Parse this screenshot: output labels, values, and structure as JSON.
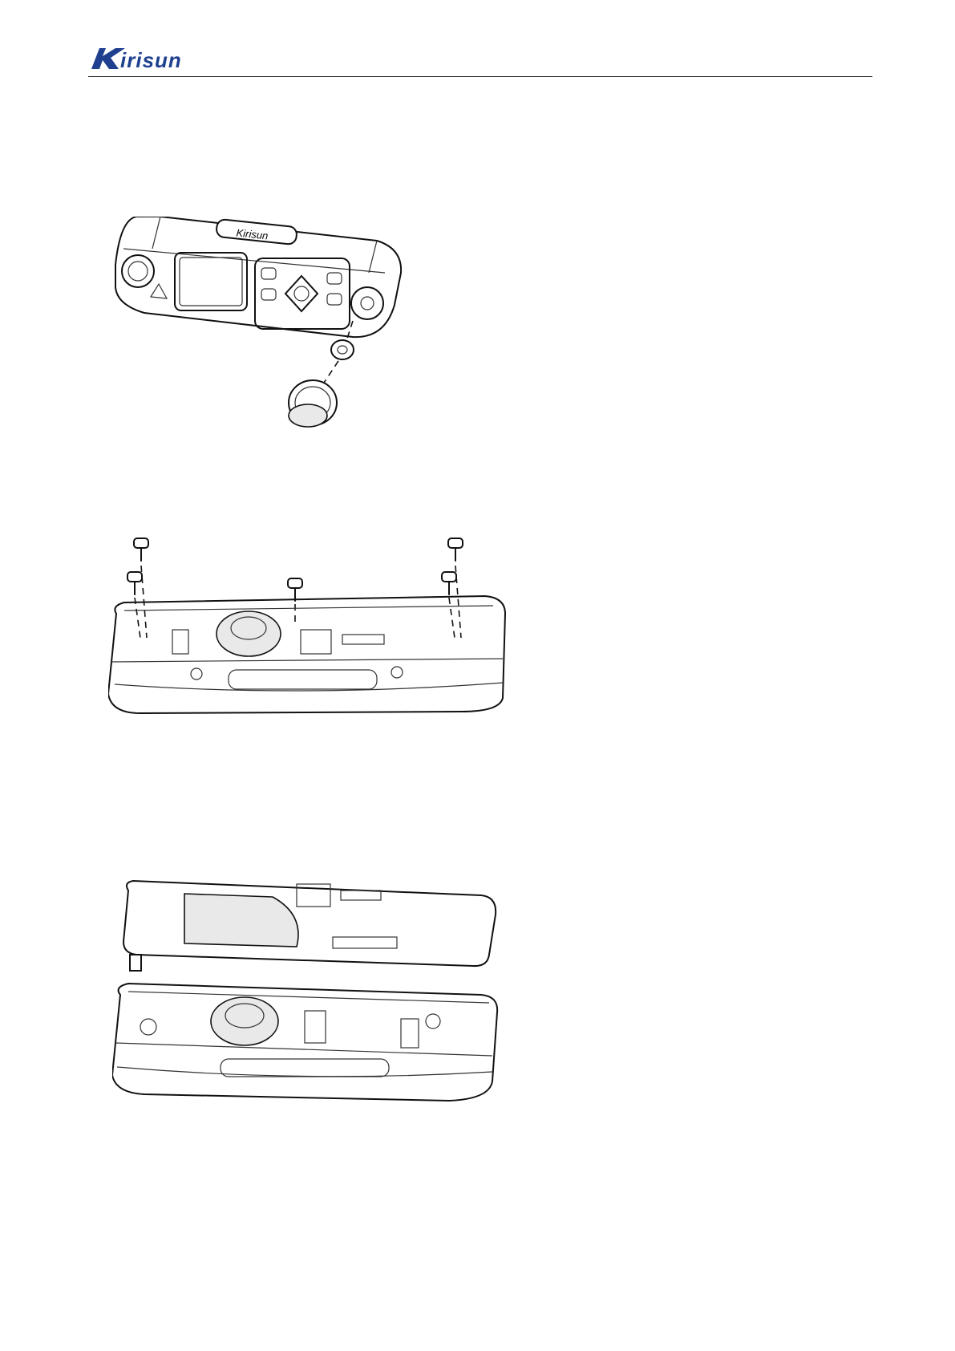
{
  "header": {
    "logo_text": "Kirisun",
    "brand_color": "#1f3f8f"
  },
  "figures": [
    {
      "name": "control-head-knob-removal",
      "knob_logo_text": "Kirisun"
    },
    {
      "name": "rear-housing-screw-removal",
      "screw_count": 5
    },
    {
      "name": "pcb-separation-from-housing"
    }
  ]
}
